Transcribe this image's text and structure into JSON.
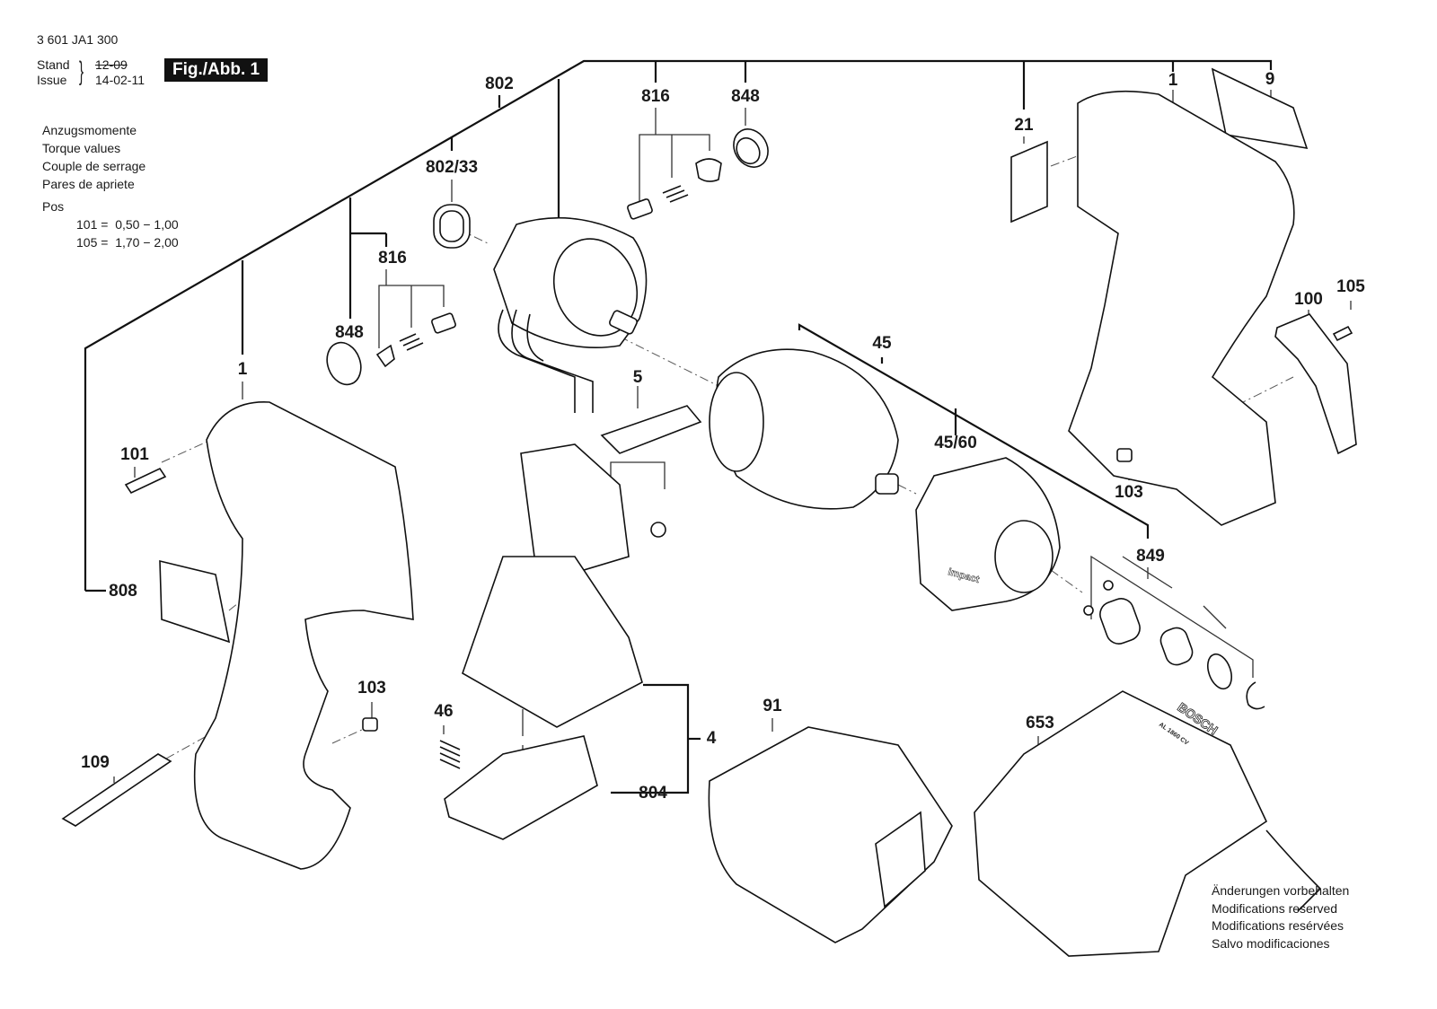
{
  "header": {
    "part_number": "3 601 JA1 300",
    "stand_label": "Stand",
    "issue_label": "Issue",
    "old_date": "12-09",
    "issue_date": "14-02-11",
    "figure_label": "Fig./Abb. 1"
  },
  "torque_note": {
    "lines": [
      "Anzugsmomente",
      "Torque values",
      "Couple de serrage",
      "Pares de apriete"
    ],
    "pos_label": "Pos",
    "values": [
      {
        "pos": "101 =",
        "range": "0,50 − 1,00"
      },
      {
        "pos": "105 =",
        "range": "1,70 − 2,00"
      }
    ]
  },
  "footer_note": {
    "lines": [
      "Änderungen vorbehalten",
      "Modifications reserved",
      "Modifications resérvées",
      "Salvo modificaciones"
    ]
  },
  "brand_text": "BOSCH",
  "charger_model": "AL 1860 CV",
  "impact_text": "impact",
  "part_labels": {
    "p802": "802",
    "p802_33": "802/33",
    "p816_top": "816",
    "p848_top": "848",
    "p816_left": "816",
    "p848_left": "848",
    "p1_left": "1",
    "p101": "101",
    "p808": "808",
    "p103_left": "103",
    "p109": "109",
    "p5": "5",
    "p46": "46",
    "p4": "4",
    "p804": "804",
    "p91": "91",
    "p45": "45",
    "p45_60": "45/60",
    "p849": "849",
    "p653": "653",
    "p21": "21",
    "p1_right": "1",
    "p9": "9",
    "p100": "100",
    "p105": "105",
    "p103_right": "103"
  }
}
